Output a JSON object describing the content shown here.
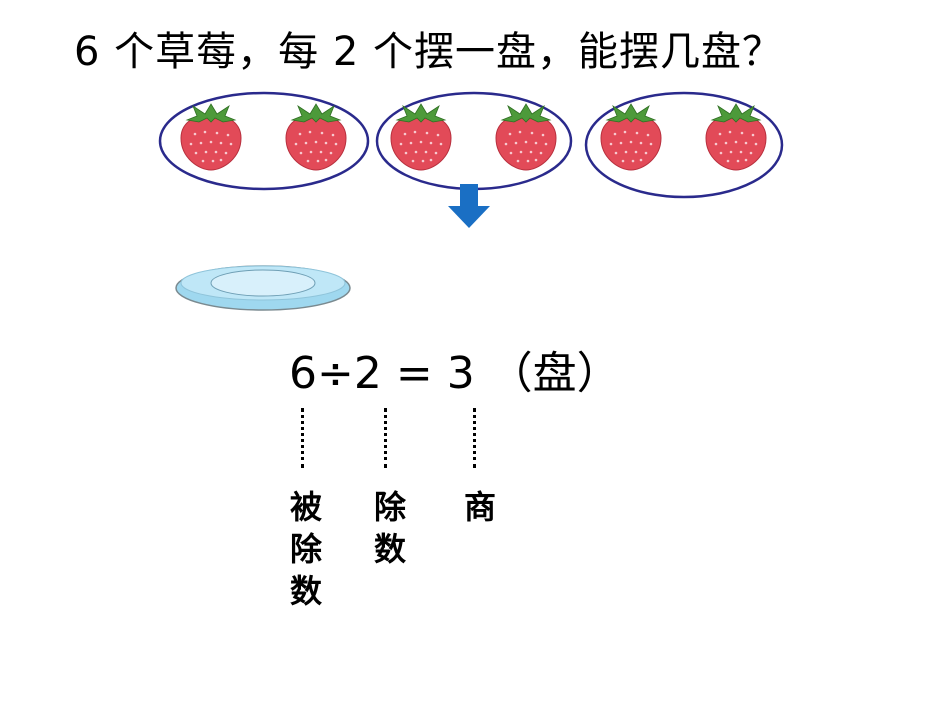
{
  "question": "6 个草莓，每 2 个摆一盘，能摆几盘？",
  "equation": "6÷2 = 3 （盘）",
  "terms": {
    "dividend": "被除数",
    "divisor": "除数",
    "quotient": "商"
  },
  "colors": {
    "circle": "#2a2a8c",
    "arrow": "#1a6fc4",
    "strawberry": "#e24a58",
    "leaf": "#4d9a3a",
    "plate_rim": "#aee0f4",
    "plate_inner": "#d8f0fb"
  },
  "illustration": {
    "groups": 3,
    "strawberries_per_group": 2,
    "icons": [
      "strawberry-icon",
      "down-arrow-icon",
      "plate-icon"
    ]
  }
}
